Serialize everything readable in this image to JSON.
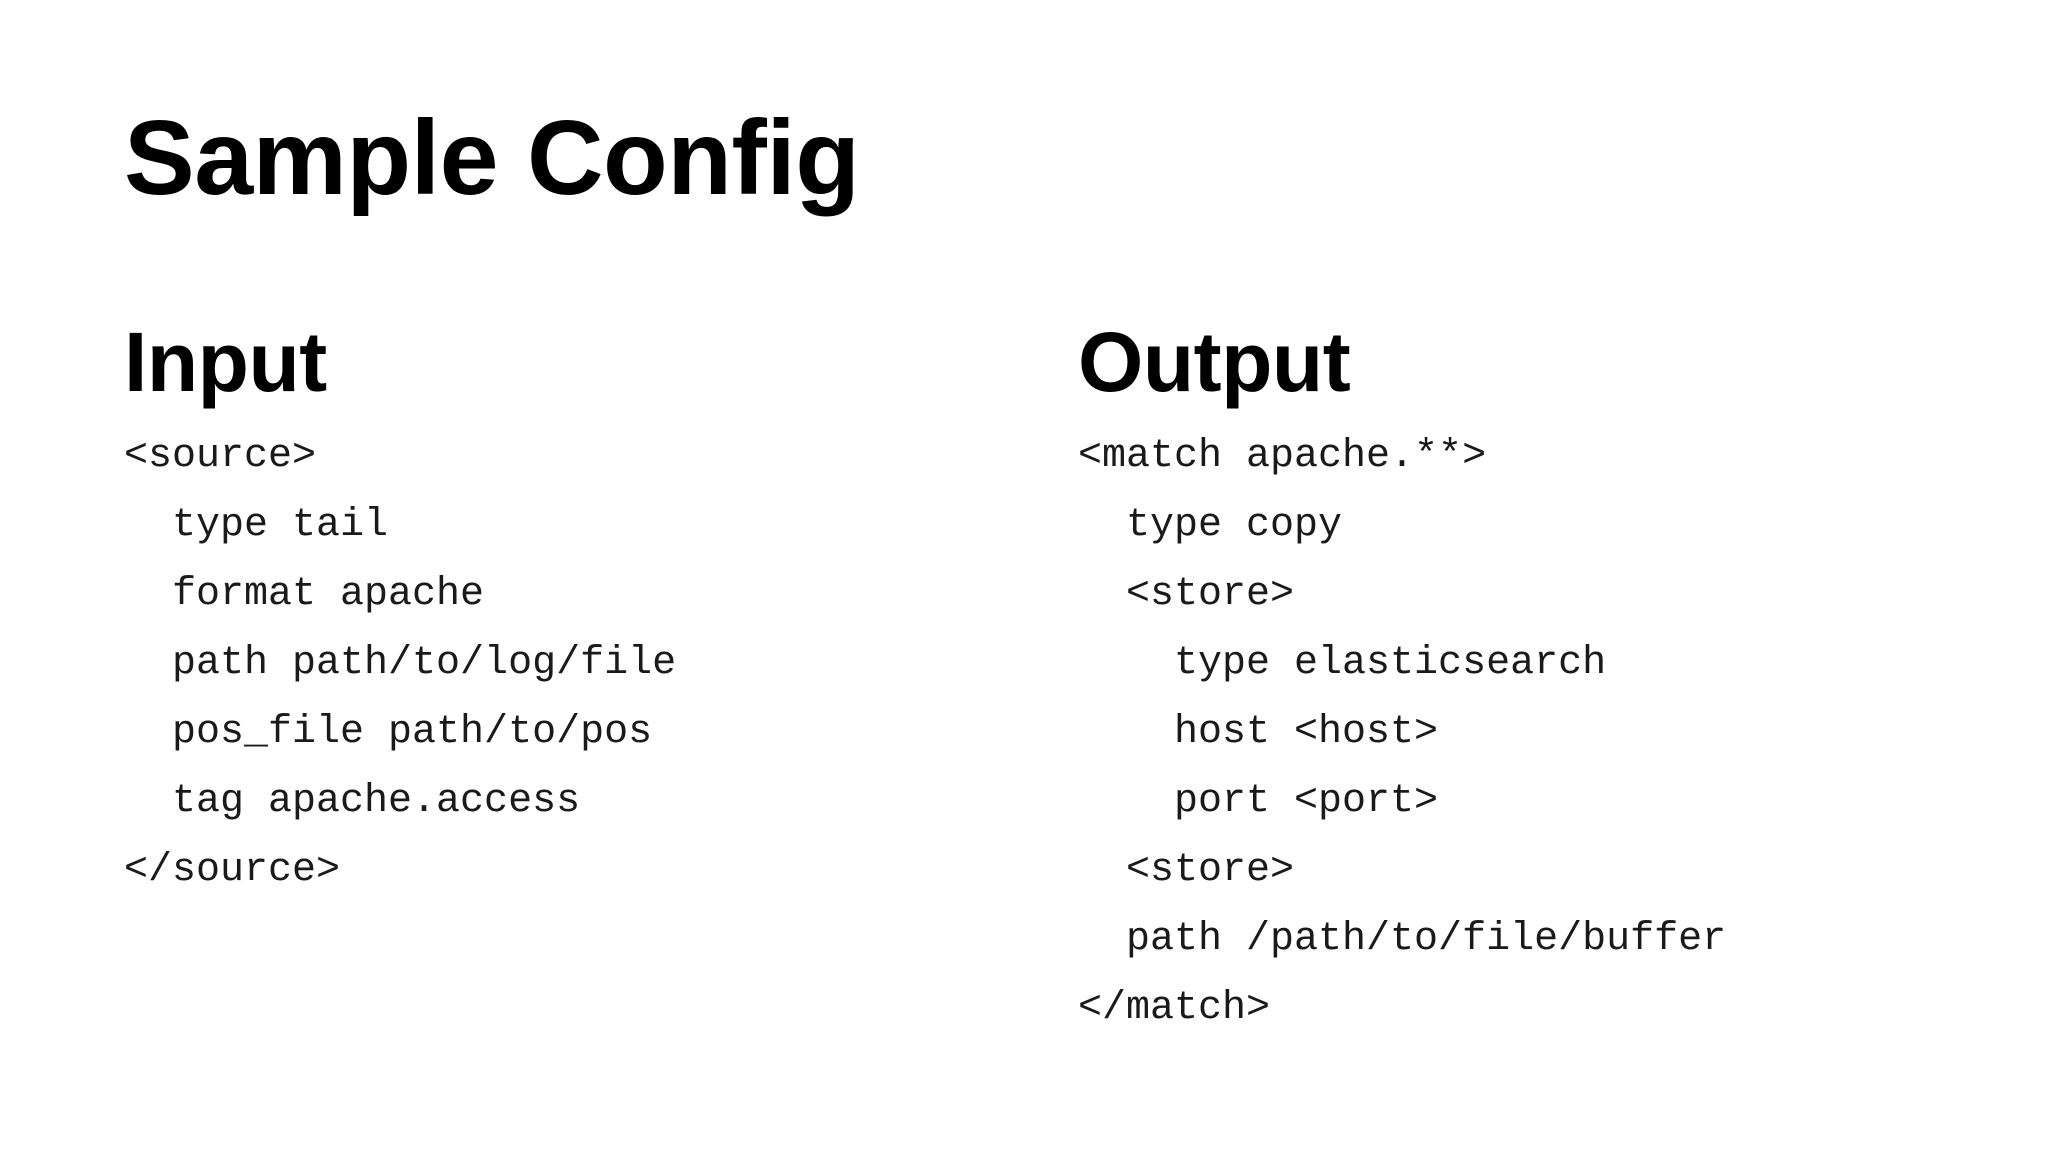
{
  "slide": {
    "title": "Sample Config"
  },
  "input": {
    "heading": "Input",
    "lines": [
      "<source>",
      "  type tail",
      "  format apache",
      "  path path/to/log/file",
      "  pos_file path/to/pos",
      "  tag apache.access",
      "</source>"
    ]
  },
  "output": {
    "heading": "Output",
    "lines": [
      "<match apache.**>",
      "  type copy",
      "  <store>",
      "    type elasticsearch",
      "    host <host>",
      "    port <port>",
      "  <store>",
      "  path /path/to/file/buffer",
      "</match>"
    ]
  }
}
